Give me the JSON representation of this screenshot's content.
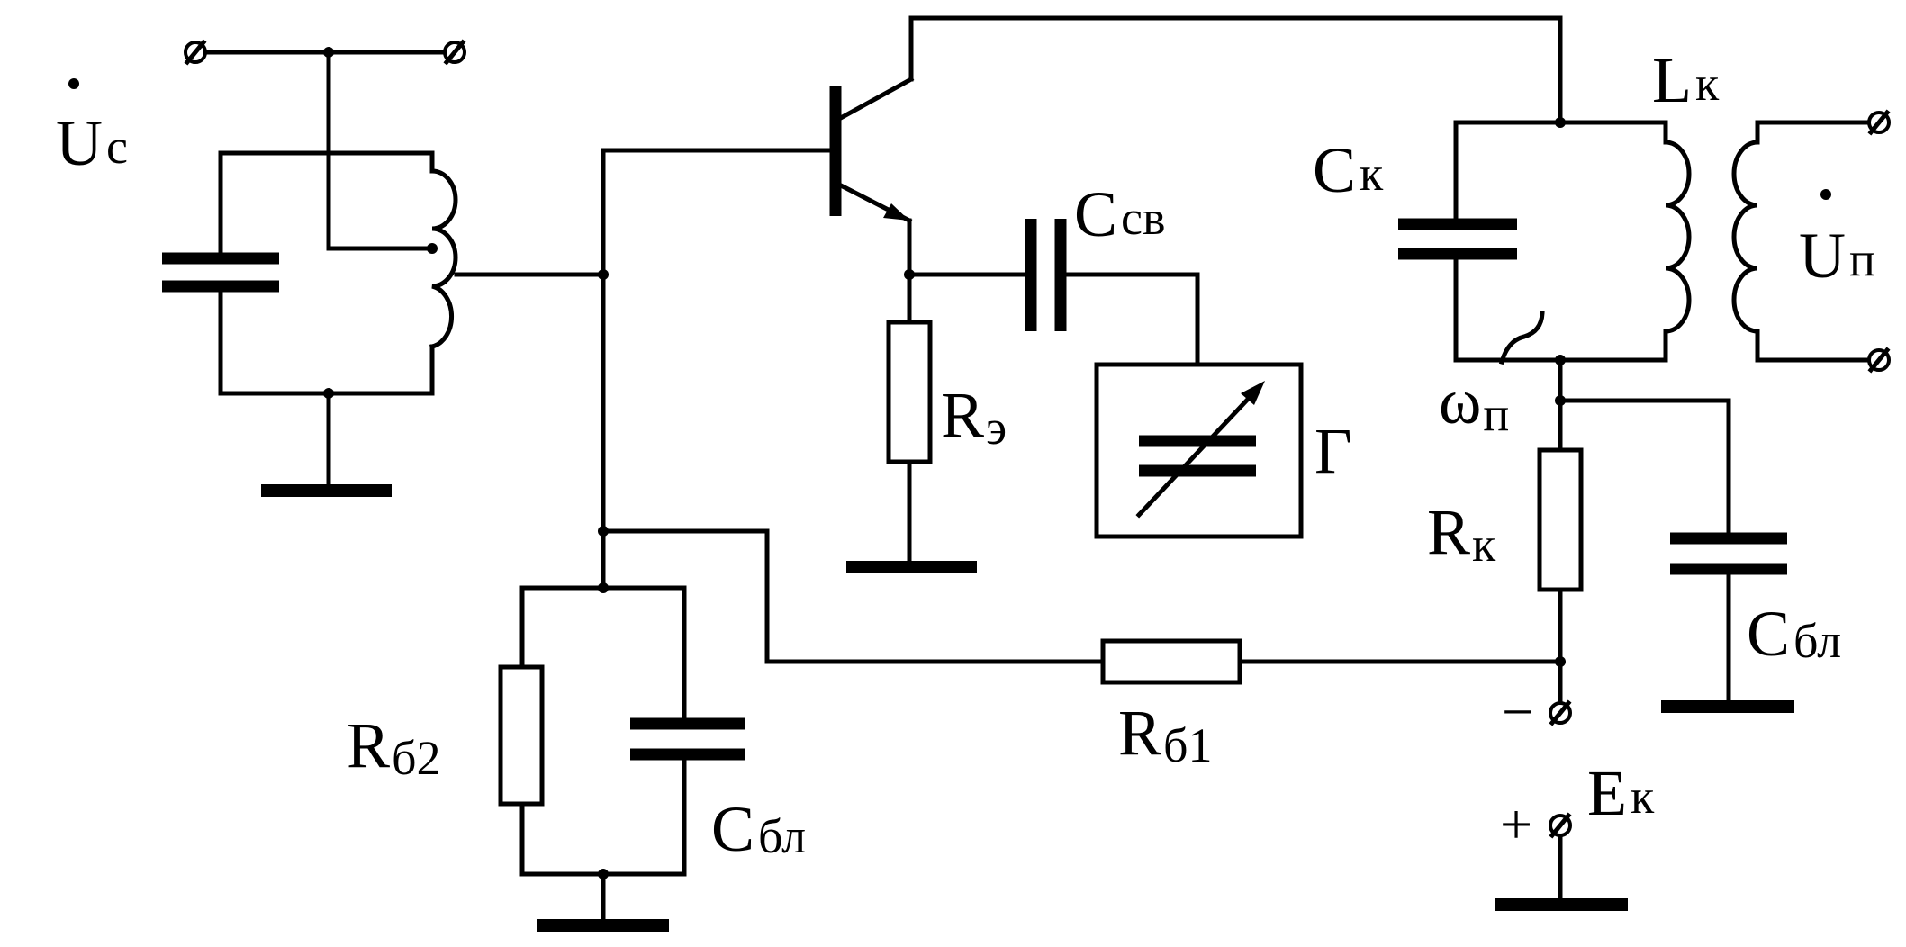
{
  "labels": {
    "u_c": {
      "main": "U",
      "sub": "c"
    },
    "l_k": {
      "main": "L",
      "sub": "к"
    },
    "c_k": {
      "main": "C",
      "sub": "к"
    },
    "c_sv": {
      "main": "C",
      "sub": "св"
    },
    "u_p": {
      "main": "U",
      "sub": "п"
    },
    "r_e": {
      "main": "R",
      "sub": "э"
    },
    "gen": {
      "main": "Г"
    },
    "omega_p": {
      "main": "ω",
      "sub": "п"
    },
    "r_k": {
      "main": "R",
      "sub": "к"
    },
    "c_bl_right": {
      "main": "C",
      "sub": "бл"
    },
    "r_b1": {
      "main": "R",
      "sub": "б1"
    },
    "r_b2": {
      "main": "R",
      "sub": "б2"
    },
    "c_bl_left": {
      "main": "C",
      "sub": "бл"
    },
    "e_k": {
      "main": "E",
      "sub": "к"
    },
    "minus": "−",
    "plus": "+"
  }
}
